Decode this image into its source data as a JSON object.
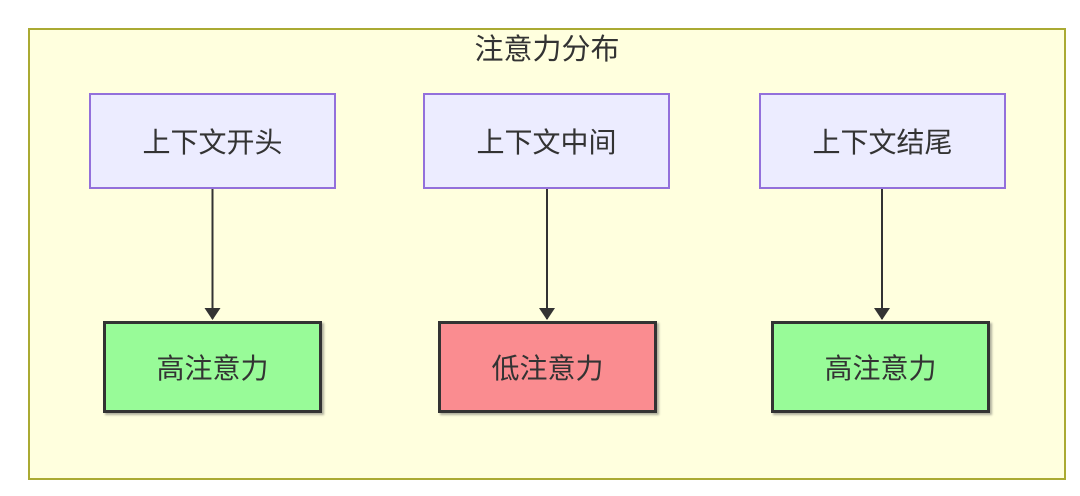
{
  "diagram": {
    "type": "flowchart",
    "title": "注意力分布",
    "top_nodes": [
      {
        "id": "context-start",
        "label": "上下文开头"
      },
      {
        "id": "context-middle",
        "label": "上下文中间"
      },
      {
        "id": "context-end",
        "label": "上下文结尾"
      }
    ],
    "bottom_nodes": [
      {
        "id": "high-attention-left",
        "label": "高注意力",
        "status": "high"
      },
      {
        "id": "low-attention",
        "label": "低注意力",
        "status": "low"
      },
      {
        "id": "high-attention-right",
        "label": "高注意力",
        "status": "high"
      }
    ],
    "edges": [
      {
        "from": "context-start",
        "to": "high-attention-left"
      },
      {
        "from": "context-middle",
        "to": "low-attention"
      },
      {
        "from": "context-end",
        "to": "high-attention-right"
      }
    ],
    "colors": {
      "container_fill": "#ffffde",
      "container_border": "#aaaa33",
      "node_fill": "#ECECFF",
      "node_border": "#9370DB",
      "high_fill": "#98FB98",
      "low_fill": "#FA8C90",
      "emphasis_border": "#333333",
      "edge_color": "#333333",
      "text_color": "#333333"
    }
  }
}
